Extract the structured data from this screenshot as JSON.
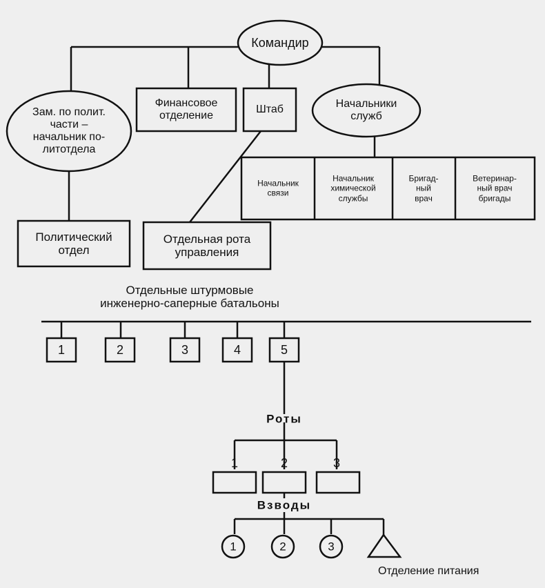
{
  "diagram": {
    "commander": "Командир",
    "deputy": "Зам. по полит.\nчасти –\nначальник по-\nлитотдела",
    "finance": "Финансовое\nотделение",
    "staff": "Штаб",
    "services_chiefs": "Начальники\nслужб",
    "services": [
      "Начальник\nсвязи",
      "Начальник\nхимической\nслужбы",
      "Бригад-\nный\nврач",
      "Ветеринар-\nный врач\nбригады"
    ],
    "political_dept": "Политический\nотдел",
    "mgmt_company": "Отдельная рота\nуправления",
    "battalions_title": "Отдельные штурмовые\nинженерно-саперные батальоны",
    "battalions": [
      "1",
      "2",
      "3",
      "4",
      "5"
    ],
    "companies_title": "Роты",
    "companies": [
      "1",
      "2",
      "3"
    ],
    "platoons_title": "Взводы",
    "platoons": [
      "1",
      "2",
      "3"
    ],
    "food_section": "Отделение питания"
  }
}
